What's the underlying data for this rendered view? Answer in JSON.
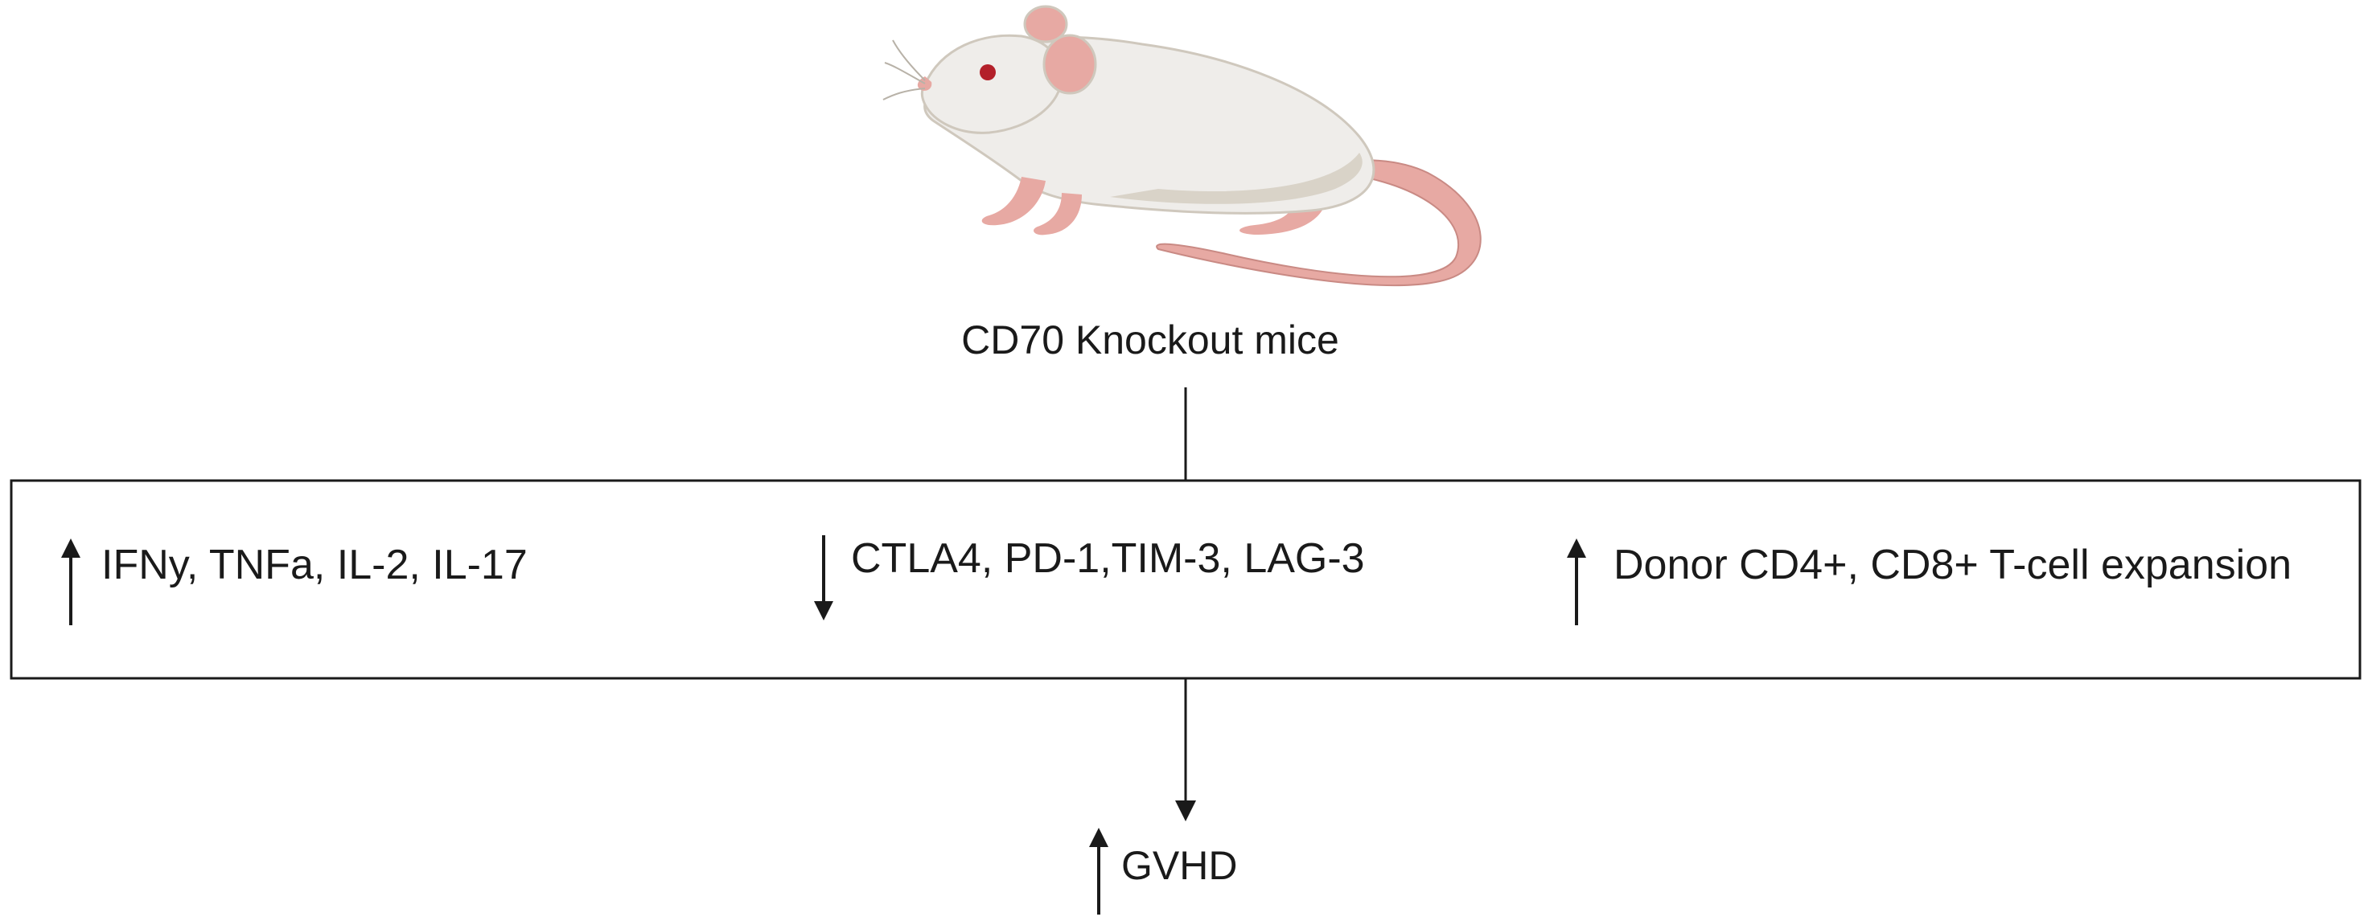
{
  "title": "CD70 Knockout mice",
  "effects": [
    {
      "direction": "up",
      "text": "IFNy, TNFa, IL-2, IL-17"
    },
    {
      "direction": "down",
      "text": "CTLA4, PD-1,TIM-3, LAG-3"
    },
    {
      "direction": "up",
      "text": "Donor CD4+, CD8+ T-cell expansion"
    }
  ],
  "outcome": {
    "direction": "up",
    "text": "GVHD"
  },
  "colors": {
    "line": "#1a1a1a",
    "mouse_body": "#efedea",
    "mouse_shade": "#d9d3c8",
    "mouse_pink": "#e7a9a3",
    "mouse_eye": "#b3202a"
  },
  "icons": [
    "mouse-illustration",
    "arrow-up-icon",
    "arrow-down-icon"
  ]
}
